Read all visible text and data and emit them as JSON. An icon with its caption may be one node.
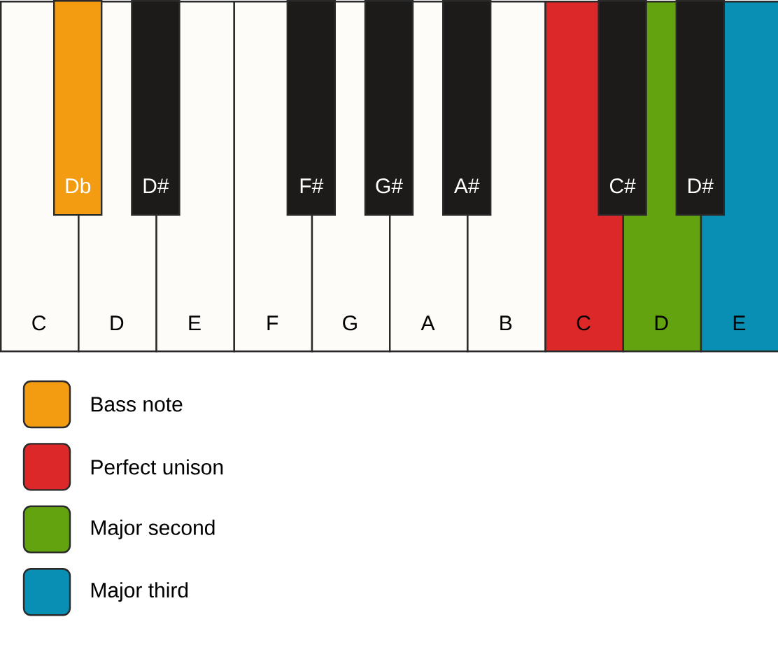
{
  "diagram": {
    "nodes": [
      {
        "text": [
          "Db"
        ]
      },
      {
        "text": [
          "D#"
        ]
      },
      {
        "text": [
          "F#"
        ]
      },
      {
        "text": [
          "G#"
        ]
      },
      {
        "text": [
          "A#"
        ]
      },
      {
        "text": [
          "C#"
        ]
      },
      {
        "text": [
          "D#"
        ]
      },
      {
        "text": [
          "C"
        ]
      },
      {
        "text": [
          "D"
        ]
      },
      {
        "text": [
          "E"
        ]
      },
      {
        "text": [
          "F"
        ]
      },
      {
        "text": [
          "G"
        ]
      },
      {
        "text": [
          "A"
        ]
      },
      {
        "text": [
          "B"
        ]
      },
      {
        "text": [
          "C"
        ]
      },
      {
        "text": [
          "D"
        ]
      },
      {
        "text": [
          "E"
        ]
      }
    ],
    "legend": [
      {
        "text": "Bass note",
        "color": "#f39c12"
      },
      {
        "text": "Perfect unison",
        "color": "#dc2828"
      },
      {
        "text": "Major second",
        "color": "#62a30f"
      },
      {
        "text": "Major third",
        "color": "#0a8fb4"
      }
    ]
  }
}
